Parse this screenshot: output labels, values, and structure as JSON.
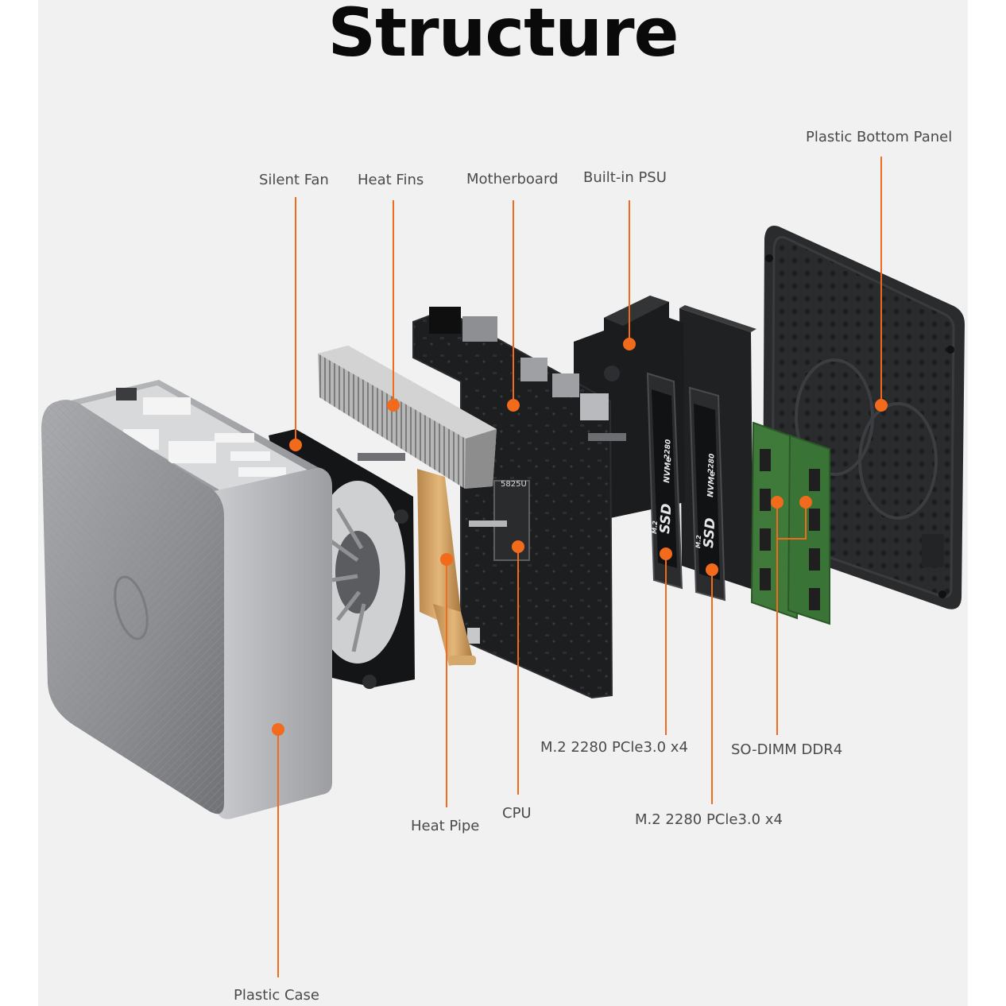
{
  "title": "Structure",
  "accent_color": "#f26a1b",
  "labels": {
    "silent_fan": "Silent Fan",
    "heat_fins": "Heat Fins",
    "motherboard": "Motherboard",
    "built_in_psu": "Built-in PSU",
    "plastic_bottom_panel": "Plastic Bottom Panel",
    "m2_upper": "M.2 2280 PCle3.0 x4",
    "so_dimm": "SO-DIMM DDR4",
    "cpu": "CPU",
    "heat_pipe": "Heat Pipe",
    "m2_lower": "M.2 2280 PCle3.0 x4",
    "plastic_case": "Plastic Case"
  },
  "ssd_print": {
    "form": "M.2",
    "kind": "SSD",
    "interface": "NVMe",
    "size": "2280"
  },
  "cpu_print": "5825U"
}
